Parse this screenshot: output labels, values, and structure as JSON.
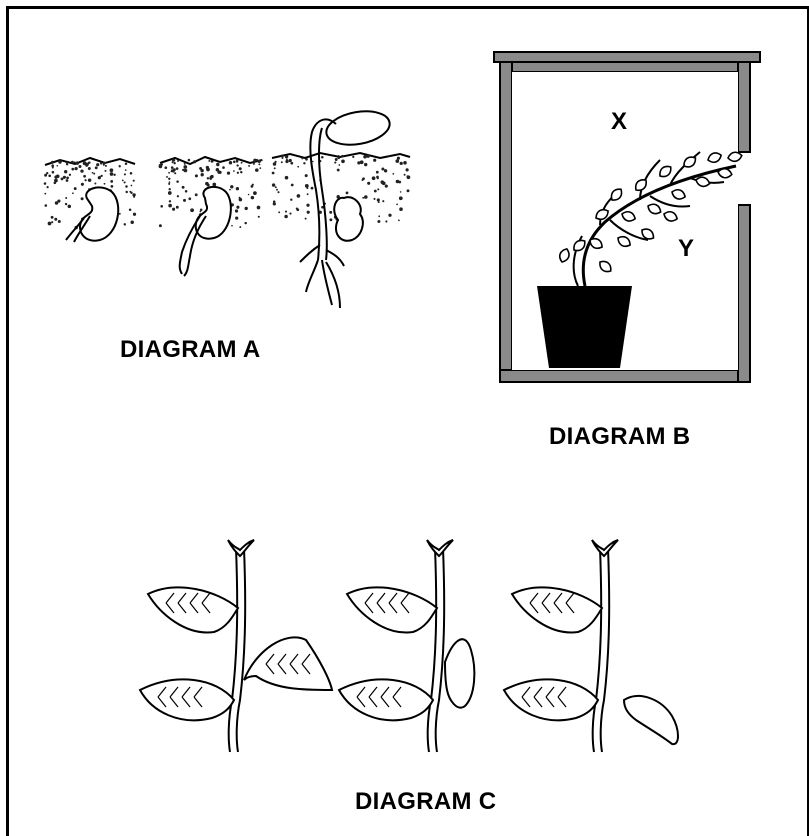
{
  "diagram_a": {
    "caption": "DIAGRAM A"
  },
  "diagram_b": {
    "caption": "DIAGRAM B",
    "label_x": "X",
    "label_y": "Y"
  },
  "diagram_c": {
    "caption": "DIAGRAM C"
  },
  "colors": {
    "ink": "#000000",
    "box_fill": "#8a8a8a",
    "soil_dot": "#222222"
  }
}
